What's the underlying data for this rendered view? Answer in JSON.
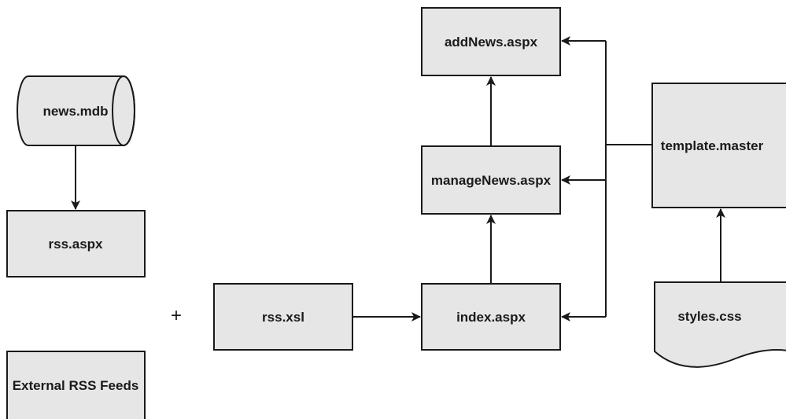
{
  "nodes": {
    "news_mdb": "news.mdb",
    "rss_aspx": "rss.aspx",
    "external_rss": "External RSS Feeds",
    "rss_xsl": "rss.xsl",
    "index_aspx": "index.aspx",
    "manage_news": "manageNews.aspx",
    "add_news": "addNews.aspx",
    "template_master": "template.master",
    "styles_css": "styles.css"
  },
  "operator": "+",
  "colors": {
    "node_fill": "#e6e6e6",
    "stroke": "#1a1a1a",
    "background": "#ffffff"
  }
}
